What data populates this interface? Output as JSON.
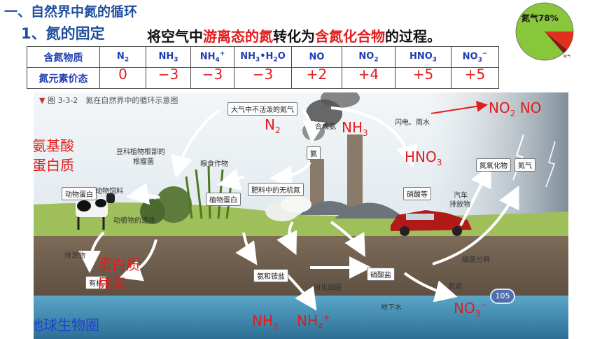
{
  "header": {
    "title_1": "一、自然界中氮的循环",
    "title_2": "1、氮的固定",
    "desc_a": "将空气中",
    "desc_b": "游离态的氮",
    "desc_c": "转化为",
    "desc_d": "含氮化合物",
    "desc_e": "的过程。"
  },
  "pie": {
    "label": "氮气78%",
    "small_label": "氧气"
  },
  "table": {
    "row1_label": "含氮物质",
    "row2_label": "氮元素价态",
    "species": [
      {
        "main": "N",
        "sub": "2",
        "sup": ""
      },
      {
        "main": "NH",
        "sub": "3",
        "sup": ""
      },
      {
        "main": "NH",
        "sub": "4",
        "sup": "+"
      },
      {
        "main": "NH",
        "sub": "3",
        "rest": "•H",
        "sub2": "2",
        "rest2": "O"
      },
      {
        "main": "NO",
        "sub": "",
        "sup": ""
      },
      {
        "main": "NO",
        "sub": "2",
        "sup": ""
      },
      {
        "main": "HNO",
        "sub": "3",
        "sup": ""
      },
      {
        "main": "NO",
        "sub": "3",
        "sup": "−"
      }
    ],
    "valences": [
      "0",
      "−3",
      "−3",
      "−3",
      "+2",
      "+4",
      "+5",
      "+5"
    ]
  },
  "figure": {
    "caption": "图 3-3-2　氮在自然界中的循环示意图",
    "boxes": {
      "atmosphere": "大气中不活泼的氮气",
      "ammonia": "氨",
      "plant_protein": "植物蛋白",
      "fertilizer": "肥料中的无机氮",
      "animal_protein": "动物蛋白",
      "nitrate_etc": "硝酸等",
      "nitrogen_oxide": "氮氧化物",
      "nitrogen_gas": "氮气",
      "ammonium_salt": "氨和铵盐",
      "nitrate_salt": "硝酸盐",
      "organic": "有机"
    },
    "labels": {
      "synthetic_ammonia": "合成氨",
      "lightning": "闪电、雨水",
      "legume": "豆科植物根部的",
      "nodules": "根瘤菌",
      "crops": "粮食作物",
      "feed": "动物饲料",
      "remains": "动植物的遗体",
      "excretion": "排泄物",
      "car_exhaust_1": "汽车",
      "car_exhaust_2": "排放物",
      "nitrifying": "硝化细菌",
      "denitrify": "细菌分解",
      "leaching": "沥滤",
      "groundwater": "地下水"
    },
    "page_number": "105"
  },
  "annotations": {
    "n2": {
      "main": "N",
      "sub": "2"
    },
    "nh3_top": {
      "main": "NH",
      "sub": "3"
    },
    "no2_no": {
      "a": "NO",
      "sub": "2",
      "b": " NO"
    },
    "hno3": {
      "main": "HNO",
      "sub": "3"
    },
    "amino_1": "氨基酸",
    "amino_2": "蛋白质",
    "protein": "蛋白质",
    "urea": "尿素",
    "biosphere": "地球生物圈",
    "nh3_bottom": {
      "main": "NH",
      "sub": "3"
    },
    "nh4_bottom": {
      "main": "NH",
      "sub": "4",
      "sup": "+"
    },
    "no3_bottom": {
      "main": "NO",
      "sub": "3",
      "sup": "−"
    }
  },
  "colors": {
    "heading": "#1f4e9e",
    "highlight": "#e21d1d",
    "table_text": "#1f3fb0",
    "biosphere": "#1f3fd0"
  }
}
